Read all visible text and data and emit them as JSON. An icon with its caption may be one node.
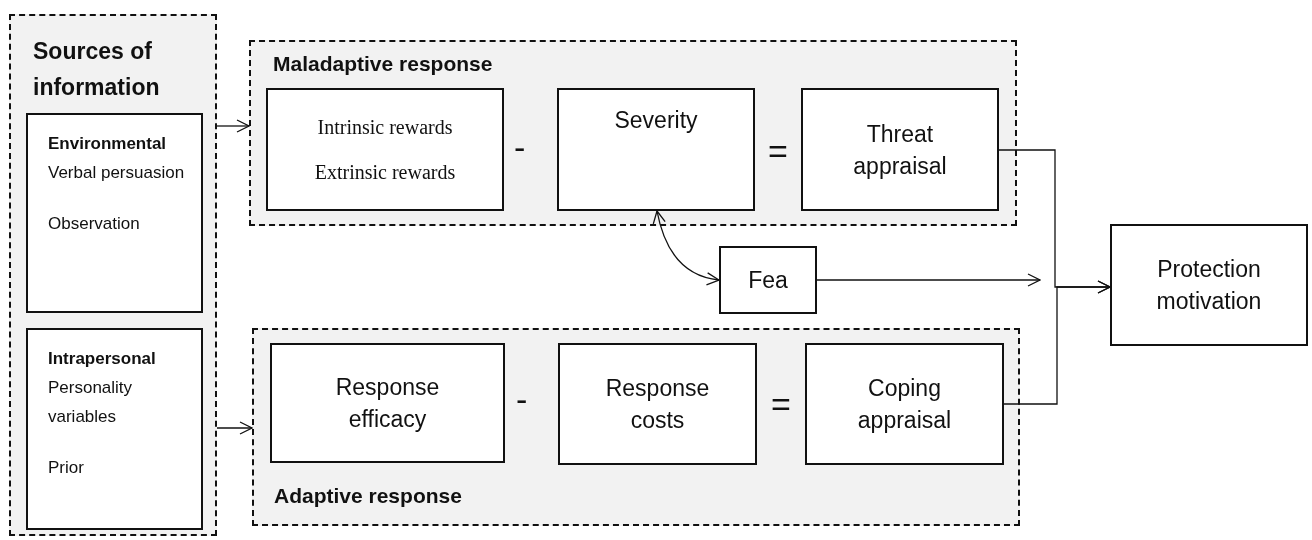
{
  "diagram": {
    "nodes": [
      {
        "text": [
          "Sources of information"
        ]
      },
      {
        "text": [
          "Environmental",
          "Verbal persuasion",
          "Observation"
        ],
        "in": 0
      },
      {
        "text": [
          "Intrapersonal",
          "Personality variables",
          "Prior"
        ],
        "in": 0
      },
      {
        "text": [
          "Maladaptive response"
        ]
      },
      {
        "text": [
          "Intrinsic rewards",
          "Extrinsic rewards"
        ],
        "in": 3
      },
      {
        "text": [
          "Severity"
        ],
        "in": 3
      },
      {
        "text": [
          "Threat appraisal"
        ],
        "in": 3
      },
      {
        "text": [
          "Fea"
        ]
      },
      {
        "text": [
          "Adaptive response"
        ]
      },
      {
        "text": [
          "Response efficacy"
        ],
        "in": 8
      },
      {
        "text": [
          "Response costs"
        ],
        "in": 8
      },
      {
        "text": [
          "Coping appraisal"
        ],
        "in": 8
      },
      {
        "text": [
          "Protection motivation"
        ]
      }
    ],
    "edges": [
      {
        "from": 0,
        "to": 3,
        "arrow": "to"
      },
      {
        "from": 0,
        "to": 8,
        "arrow": "to"
      },
      {
        "from": 5,
        "to": 7,
        "arrow": "both"
      },
      {
        "from": 7,
        "to": null,
        "arrow": "to"
      },
      {
        "from": 6,
        "to": 12,
        "arrow": "to"
      },
      {
        "from": 11,
        "to": 12,
        "arrow": "to"
      }
    ],
    "labels": [
      "-",
      "=",
      "-",
      "="
    ]
  }
}
